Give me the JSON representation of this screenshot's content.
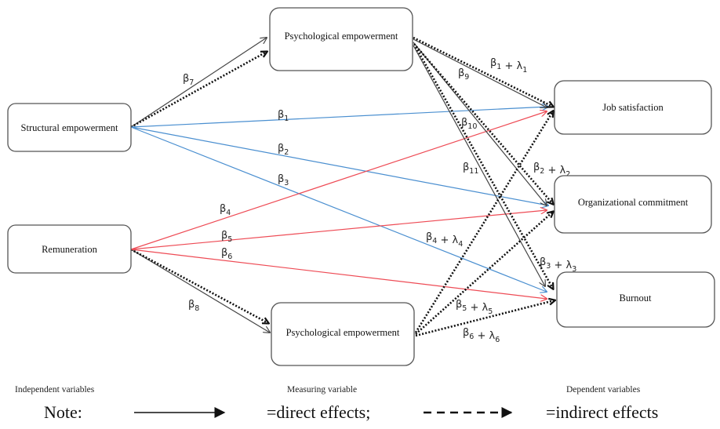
{
  "nodes": [
    {
      "id": "structural",
      "label": "Structural empowerment",
      "group": "independent"
    },
    {
      "id": "remuneration",
      "label": "Remuneration",
      "group": "independent"
    },
    {
      "id": "psych_top",
      "label": "Psychological empowerment",
      "group": "measuring"
    },
    {
      "id": "psych_bottom",
      "label": "Psychological empowerment",
      "group": "measuring"
    },
    {
      "id": "job",
      "label": "Job satisfaction",
      "group": "dependent"
    },
    {
      "id": "org",
      "label": "Organizational commitment",
      "group": "dependent"
    },
    {
      "id": "burnout",
      "label": "Burnout",
      "group": "dependent"
    }
  ],
  "edges": [
    {
      "from": "structural",
      "to": "psych_top",
      "type": "direct",
      "color": "#444444",
      "label": "β7"
    },
    {
      "from": "structural",
      "to": "psych_top",
      "type": "indirect",
      "color": "#111111",
      "label": ""
    },
    {
      "from": "remuneration",
      "to": "psych_bottom",
      "type": "direct",
      "color": "#444444",
      "label": "β8"
    },
    {
      "from": "remuneration",
      "to": "psych_bottom",
      "type": "indirect",
      "color": "#111111",
      "label": ""
    },
    {
      "from": "structural",
      "to": "job",
      "type": "direct",
      "color": "#4a8fd0",
      "label": "β1"
    },
    {
      "from": "structural",
      "to": "org",
      "type": "direct",
      "color": "#4a8fd0",
      "label": "β2"
    },
    {
      "from": "structural",
      "to": "burnout",
      "type": "direct",
      "color": "#4a8fd0",
      "label": "β3"
    },
    {
      "from": "remuneration",
      "to": "job",
      "type": "direct",
      "color": "#ee4b55",
      "label": "β4"
    },
    {
      "from": "remuneration",
      "to": "org",
      "type": "direct",
      "color": "#ee4b55",
      "label": "β5"
    },
    {
      "from": "remuneration",
      "to": "burnout",
      "type": "direct",
      "color": "#ee4b55",
      "label": "β6"
    },
    {
      "from": "psych_top",
      "to": "job",
      "type": "direct",
      "color": "#444444",
      "label": "β9"
    },
    {
      "from": "psych_top",
      "to": "org",
      "type": "direct",
      "color": "#444444",
      "label": "β10"
    },
    {
      "from": "psych_top",
      "to": "burnout",
      "type": "direct",
      "color": "#444444",
      "label": "β11"
    },
    {
      "from": "psych_top",
      "to": "job",
      "type": "indirect",
      "color": "#111111",
      "label": "β1 + λ1"
    },
    {
      "from": "psych_top",
      "to": "org",
      "type": "indirect",
      "color": "#111111",
      "label": "β2 + λ2"
    },
    {
      "from": "psych_top",
      "to": "burnout",
      "type": "indirect",
      "color": "#111111",
      "label": "β3 + λ3"
    },
    {
      "from": "psych_bottom",
      "to": "job",
      "type": "indirect",
      "color": "#111111",
      "label": "β4 + λ4"
    },
    {
      "from": "psych_bottom",
      "to": "org",
      "type": "indirect",
      "color": "#111111",
      "label": "β5 + λ5"
    },
    {
      "from": "psych_bottom",
      "to": "burnout",
      "type": "indirect",
      "color": "#111111",
      "label": "β6 + λ6"
    }
  ],
  "captions": {
    "independent": "Independent variables",
    "measuring": "Measuring variable",
    "dependent": "Dependent variables"
  },
  "legend": {
    "note_label": "Note:",
    "direct_text": "=direct effects;",
    "indirect_text": "=indirect effects"
  }
}
